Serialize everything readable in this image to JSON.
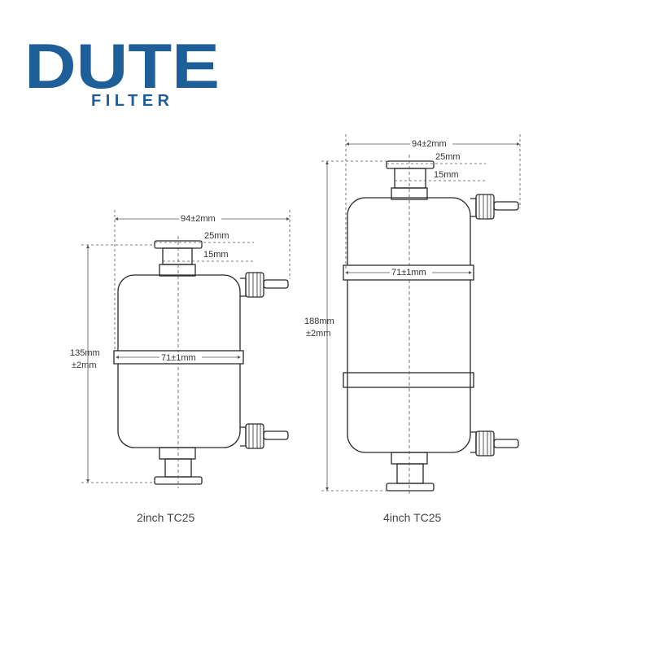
{
  "logo": {
    "brand": "DUTE",
    "sub": "FILTER",
    "color": "#1f5f99"
  },
  "filter_small": {
    "caption": "2inch  TC25",
    "width_label": "94±2mm",
    "port_outer_label": "25mm",
    "port_inner_label": "15mm",
    "band_label": "71±1mm",
    "height_label_line1": "135mm",
    "height_label_line2": "±2mm"
  },
  "filter_large": {
    "caption": "4inch  TC25",
    "width_label": "94±2mm",
    "port_outer_label": "25mm",
    "port_inner_label": "15mm",
    "band_label": "71±1mm",
    "height_label_line1": "188mm",
    "height_label_line2": "±2mm"
  },
  "colors": {
    "line": "#2a2a2a",
    "dim_line": "#555555"
  }
}
